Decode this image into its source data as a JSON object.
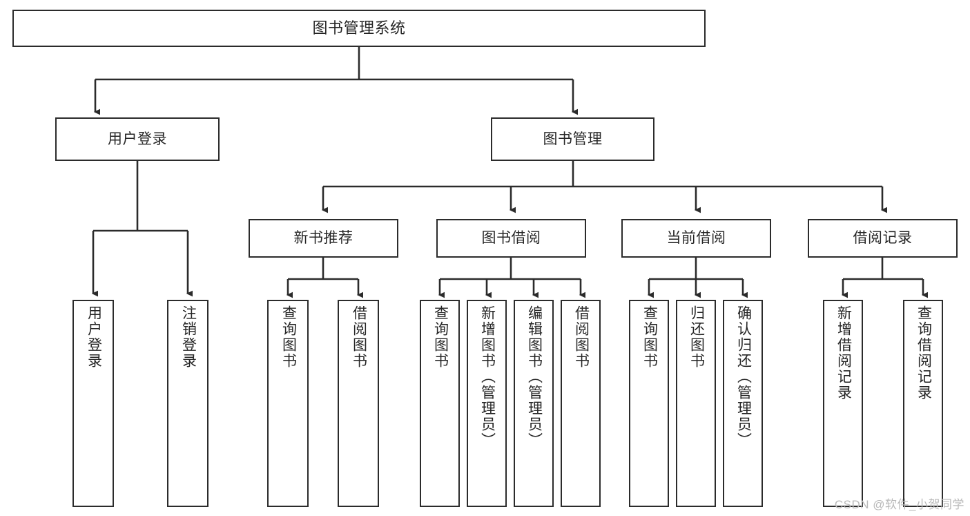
{
  "diagram": {
    "title": "图书管理系统",
    "type": "tree-hierarchy-chart",
    "watermark": "CSDN @软件_小贺同学",
    "line_color": "#2b2b2b",
    "box_fill": "#ffffff",
    "text_color": "#262626",
    "nodes": {
      "root": {
        "label": "图书管理系统"
      },
      "level2": [
        {
          "label": "用户登录"
        },
        {
          "label": "图书管理"
        }
      ],
      "level3": [
        {
          "label": "新书推荐"
        },
        {
          "label": "图书借阅"
        },
        {
          "label": "当前借阅"
        },
        {
          "label": "借阅记录"
        }
      ],
      "login_leaves": [
        {
          "label": "用户登录"
        },
        {
          "label": "注销登录"
        }
      ],
      "newbook_leaves": [
        {
          "label": "查询图书"
        },
        {
          "label": "借阅图书"
        }
      ],
      "borrow_leaves": [
        {
          "label": "查询图书"
        },
        {
          "label": "新增图书（管理员）"
        },
        {
          "label": "编辑图书（管理员）"
        },
        {
          "label": "借阅图书"
        }
      ],
      "current_leaves": [
        {
          "label": "查询图书"
        },
        {
          "label": "归还图书"
        },
        {
          "label": "确认归还（管理员）"
        }
      ],
      "record_leaves": [
        {
          "label": "新增借阅记录"
        },
        {
          "label": "查询借阅记录"
        }
      ]
    }
  }
}
